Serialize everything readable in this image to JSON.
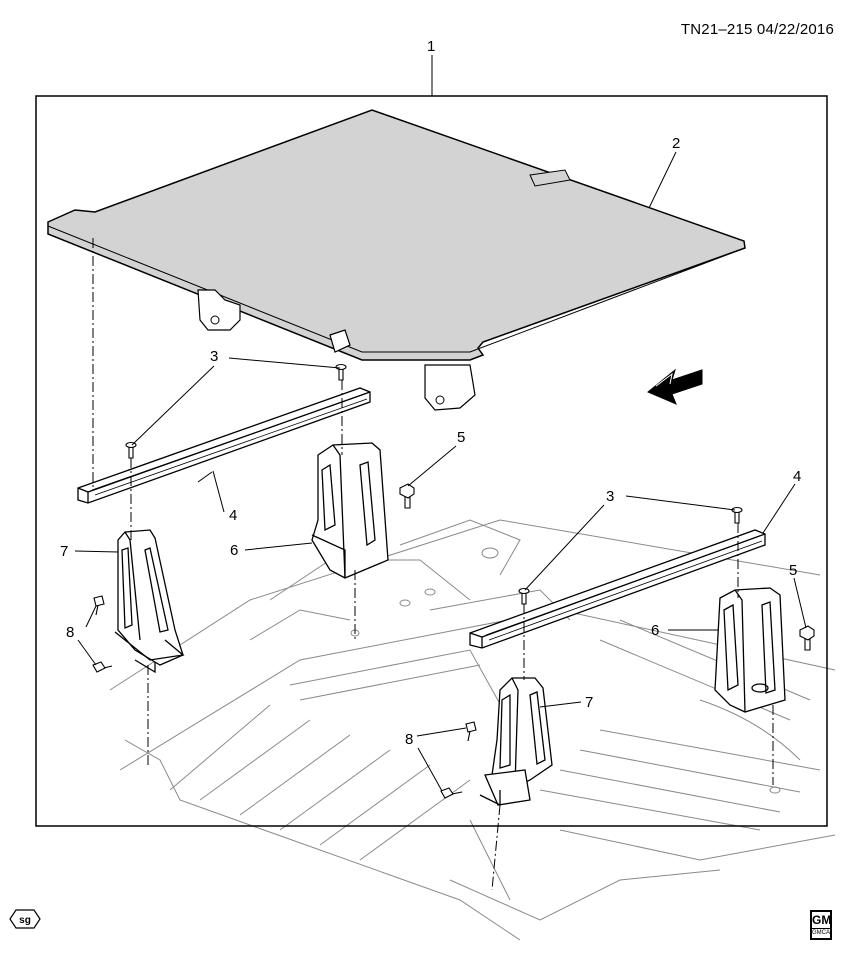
{
  "header": {
    "doc_id": "TN21–215  04/22/2016"
  },
  "callouts": {
    "c1": "1",
    "c2": "2",
    "c3a": "3",
    "c3b": "3",
    "c4a": "4",
    "c4b": "4",
    "c5a": "5",
    "c5b": "5",
    "c6a": "6",
    "c6b": "6",
    "c7a": "7",
    "c7b": "7",
    "c8a": "8",
    "c8b": "8"
  },
  "direction_arrow": {
    "label": "FRT",
    "icon": "front-direction-arrow-icon"
  },
  "footer": {
    "sg_badge": "sg",
    "logo_mark": "GM",
    "logo_sub": "GMCA",
    "logo_icon": "gm-logo-icon"
  },
  "colors": {
    "line": "#000000",
    "panel_fill": "#d3d3d3",
    "floor_line": "#8a8a8a",
    "background": "#ffffff"
  }
}
